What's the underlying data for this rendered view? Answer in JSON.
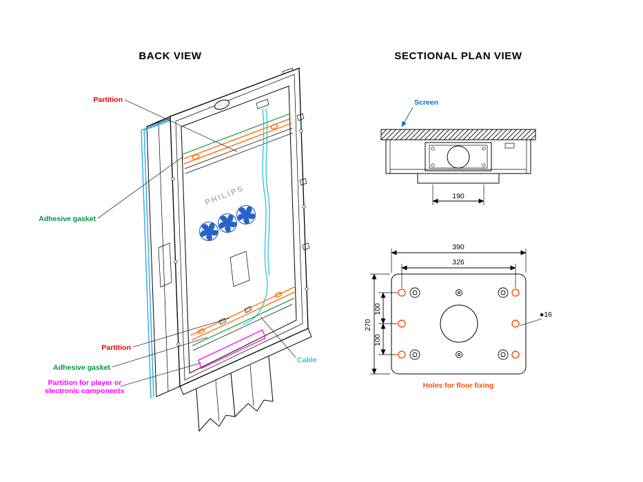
{
  "titles": {
    "back_view": "BACK VIEW",
    "sectional_plan_view": "SECTIONAL PLAN VIEW"
  },
  "back_view": {
    "brand": "PHILIPS",
    "labels": {
      "partition_top": "Partition",
      "adhesive_gasket_top": "Adhesive gasket",
      "partition_bottom": "Partition",
      "adhesive_gasket_bottom": "Adhesive gasket",
      "player_partition_line1": "Partition for player or",
      "player_partition_line2": "electronic components",
      "cable": "Cable"
    }
  },
  "sectional_view": {
    "screen_label": "Screen",
    "pedestal_width_dim": "190"
  },
  "base_plate": {
    "overall_width_dim": "390",
    "hole_span_dim": "326",
    "depth_dim": "270",
    "hole_pitch_top_dim": "100",
    "hole_pitch_bottom_dim": "100",
    "hole_diameter_note": "●16",
    "floor_fixing_note": "Holes for floor fixing"
  },
  "colors": {
    "c-screen": "#29abe2",
    "c-screen-label": "#0071bc",
    "c-gasket": "#009245",
    "c-partition": "#ff6a00",
    "c-partition-label": "#e60000",
    "c-magenta": "#ff00ff",
    "c-cable": "#29c5d6",
    "c-holes": "#ff4d00",
    "c-fan": "#2a63c8",
    "c-brand": "#a9b4c0"
  }
}
